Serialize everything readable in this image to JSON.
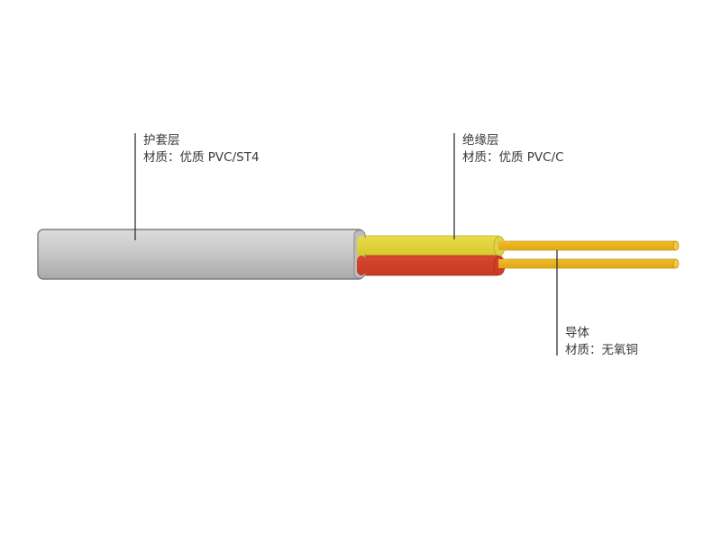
{
  "diagram": {
    "type": "cable-cross-section",
    "colors": {
      "jacket_light": "#d9d9d9",
      "jacket_dark": "#a8a8a8",
      "jacket_edge": "#7d7d7d",
      "insulation_yellow": "#e2d63a",
      "insulation_red": "#d2412a",
      "conductor": "#e9b21c",
      "leader_line": "#333333",
      "text": "#3a3a3a"
    },
    "labels": [
      {
        "id": "jacket",
        "name": "护套层",
        "material": "材质：优质 PVC/ST4"
      },
      {
        "id": "insulation",
        "name": "绝缘层",
        "material": "材质：优质 PVC/C"
      },
      {
        "id": "conductor",
        "name": "导体",
        "material": "材质：无氧铜"
      }
    ]
  }
}
